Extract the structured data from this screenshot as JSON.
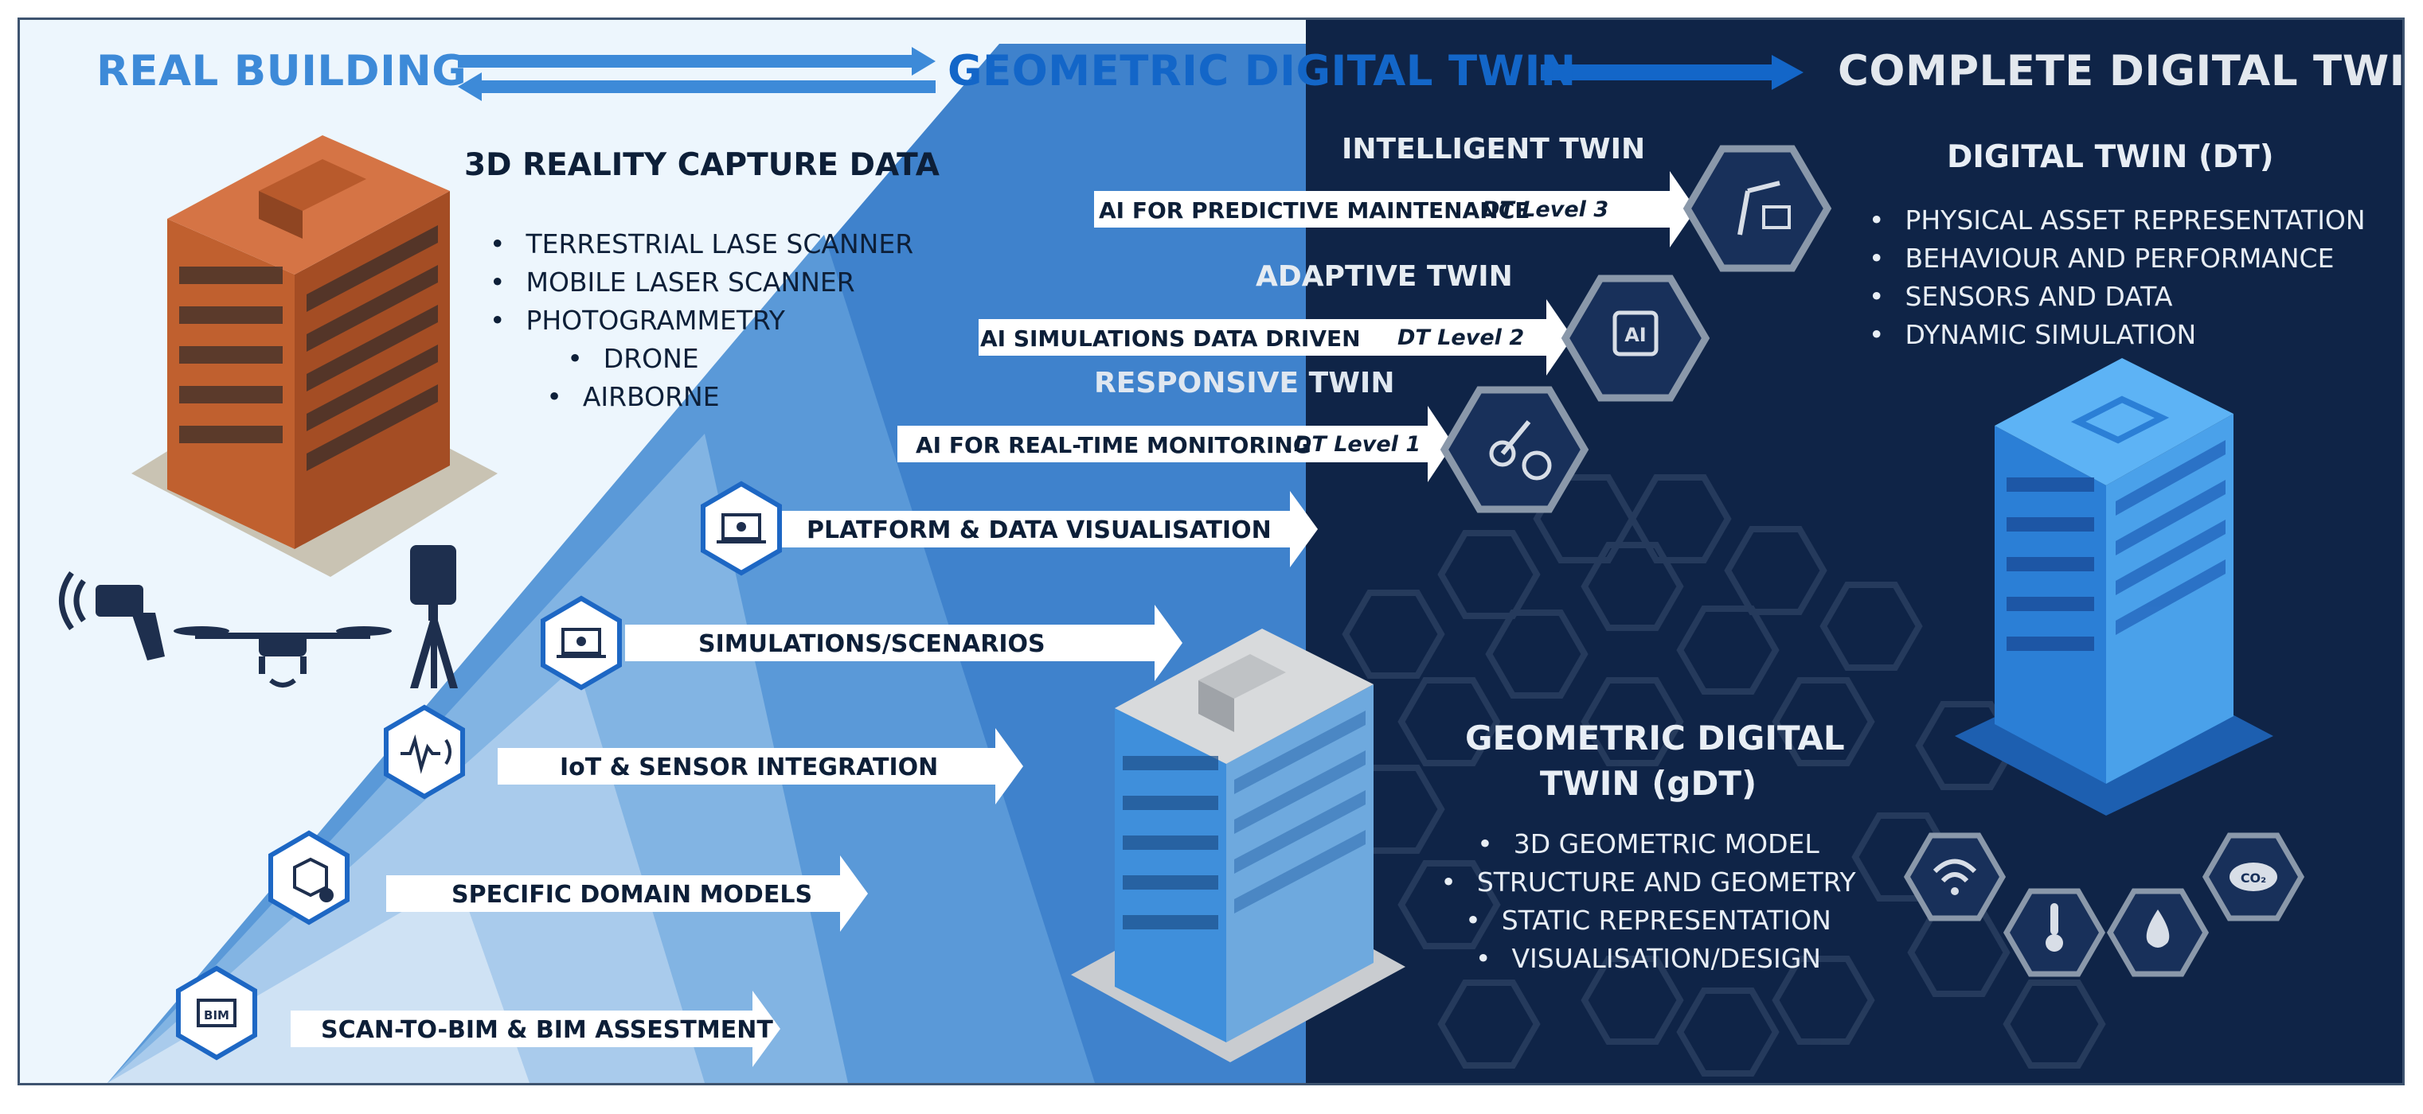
{
  "header": {
    "real_building": "REAL BUILDING",
    "geometric_digital_twin": "GEOMETRIC DIGITAL TWIN",
    "complete_digital_twin": "COMPLETE DIGITAL TWIN"
  },
  "capture": {
    "title": "3D REALITY CAPTURE DATA",
    "items": [
      "TERRESTRIAL LASE SCANNER",
      "MOBILE LASER SCANNER",
      "PHOTOGRAMMETRY",
      "DRONE",
      "AIRBORNE"
    ]
  },
  "steps": [
    {
      "label": "SCAN-TO-BIM & BIM ASSESTMENT",
      "icon": "bim-laptop-icon"
    },
    {
      "label": "SPECIFIC DOMAIN MODELS",
      "icon": "cube-gear-icon"
    },
    {
      "label": "IoT & SENSOR INTEGRATION",
      "icon": "sensor-signal-icon"
    },
    {
      "label": "SIMULATIONS/SCENARIOS",
      "icon": "laptop-network-icon"
    },
    {
      "label": "PLATFORM & DATA VISUALISATION",
      "icon": "laptop-network-icon"
    }
  ],
  "twins": [
    {
      "name": "RESPONSIVE TWIN",
      "ai": "AI FOR REAL-TIME MONITORING",
      "level": "DT Level 1",
      "icon": "robot-arm-gear-icon"
    },
    {
      "name": "ADAPTIVE TWIN",
      "ai": "AI SIMULATIONS DATA DRIVEN",
      "level": "DT Level 2",
      "icon": "ai-chip-icon"
    },
    {
      "name": "INTELLIGENT TWIN",
      "ai": "AI FOR PREDICTIVE MAINTENANCE",
      "level": "DT Level 3",
      "icon": "robot-arm-ai-icon"
    }
  ],
  "dt": {
    "title": "DIGITAL TWIN (DT)",
    "items": [
      "PHYSICAL ASSET REPRESENTATION",
      "BEHAVIOUR AND PERFORMANCE",
      "SENSORS AND DATA",
      "DYNAMIC SIMULATION"
    ]
  },
  "gdt": {
    "title_line1": "GEOMETRIC DIGITAL",
    "title_line2": "TWIN (gDT)",
    "items": [
      "3D GEOMETRIC MODEL",
      "STRUCTURE AND GEOMETRY",
      "STATIC REPRESENTATION",
      "VISUALISATION/DESIGN"
    ]
  },
  "sensor_icons": [
    "wifi-icon",
    "thermometer-icon",
    "water-drop-icon",
    "co2-cloud-icon"
  ],
  "capture_devices": [
    "handheld-scanner-icon",
    "drone-icon",
    "tripod-scanner-icon"
  ],
  "sensor_co2_text": "CO₂",
  "colors": {
    "light_panel": "#edf6fd",
    "dark_panel": "#0f2447",
    "accent_light": "#3d8ad8",
    "accent_dark": "#1366c8",
    "header_grey": "#e3e8ee",
    "brick": "#c0602f",
    "blue_building": "#3f8fdb"
  }
}
